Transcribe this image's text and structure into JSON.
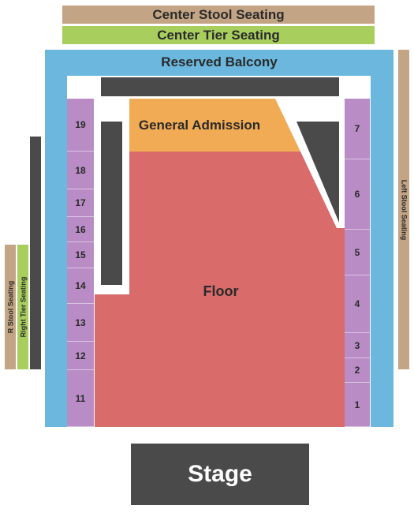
{
  "banners": {
    "center_stool": "Center Stool Seating",
    "center_tier": "Center Tier Seating",
    "balcony": "Reserved Balcony"
  },
  "sections": {
    "general_admission": "General Admission",
    "floor": "Floor",
    "stage": "Stage"
  },
  "side_labels": {
    "left_stool": "Left Stool Seating",
    "r_stool": "R Stool Seating",
    "right_tier": "Right Tier Seating"
  },
  "left_boxes": [
    "19",
    "18",
    "17",
    "16",
    "15",
    "14",
    "13",
    "12",
    "11"
  ],
  "right_boxes": [
    "7",
    "6",
    "5",
    "4",
    "3",
    "2",
    "1"
  ],
  "colors": {
    "stool": "#c3a484",
    "tier": "#a8cf5e",
    "balcony": "#6bb7de",
    "box": "#b98cc6",
    "floor": "#d96b6b",
    "general_admission": "#f2ab55",
    "blocked": "#4a4a4a"
  }
}
